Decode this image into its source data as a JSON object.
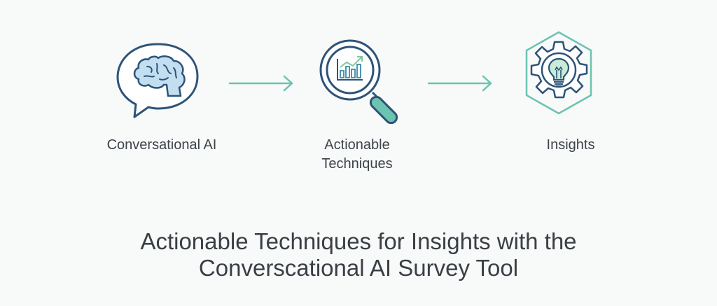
{
  "diagram": {
    "steps": [
      {
        "label": "Conversational AI",
        "icon": "brain-speech-bubble-icon"
      },
      {
        "label_line1": "Actionable",
        "label_line2": "Techniques",
        "icon": "magnifier-chart-icon"
      },
      {
        "label": "Insights",
        "icon": "gear-lightbulb-icon"
      }
    ],
    "arrows": [
      "arrow-right",
      "arrow-right"
    ],
    "title_line1": "Actionable Techniques for Insights with the",
    "title_line2": "Converscational AI Survey Tool"
  },
  "colors": {
    "outline": "#2d5478",
    "teal": "#6cc3b0",
    "light_blue": "#c3def0",
    "green": "#7cc8a0",
    "background": "#f8f9f9",
    "text": "#3d434a"
  }
}
